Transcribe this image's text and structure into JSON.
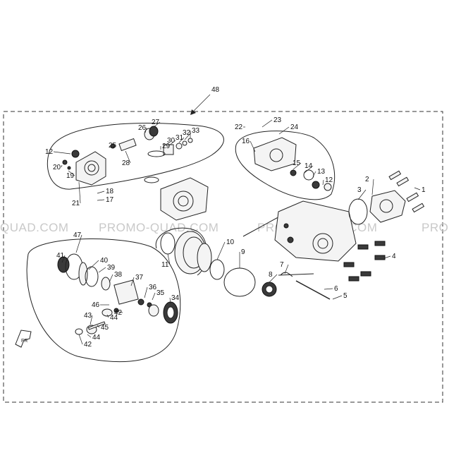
{
  "diagram": {
    "assembly_number": "48",
    "watermark": [
      "QUAD.COM",
      "PROMO-QUAD.COM",
      "PROMO-QUAD.COM",
      "PRO"
    ],
    "callouts": [
      "1",
      "2",
      "3",
      "4",
      "5",
      "6",
      "7",
      "8",
      "9",
      "10",
      "11",
      "12",
      "12",
      "13",
      "14",
      "15",
      "16",
      "17",
      "18",
      "19",
      "20",
      "21",
      "22",
      "23",
      "24",
      "25",
      "26",
      "27",
      "28",
      "29",
      "30",
      "31",
      "32",
      "33",
      "34",
      "35",
      "36",
      "37",
      "38",
      "39",
      "40",
      "41",
      "42",
      "42",
      "43",
      "44",
      "44",
      "45",
      "46",
      "47"
    ],
    "colors": {
      "line": "#222222",
      "watermark": "#c9c9c9"
    },
    "icons": [
      "front-arrow-icon"
    ]
  }
}
